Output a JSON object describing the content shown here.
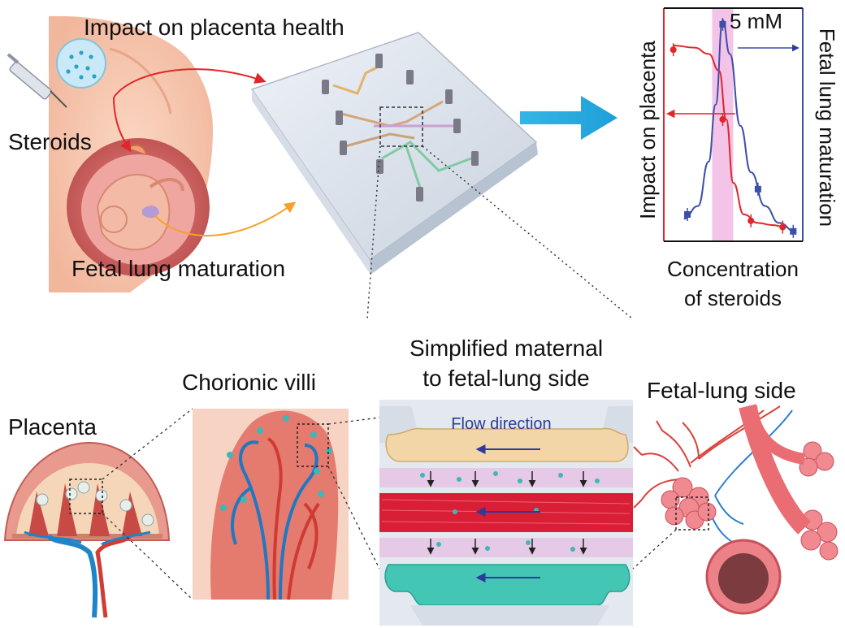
{
  "labels": {
    "impact_title": "Impact on placenta health",
    "steroids": "Steroids",
    "fetal_lung_maturation": "Fetal lung maturation",
    "simplified_line1": "Simplified maternal",
    "simplified_line2": "to fetal-lung side",
    "chorionic_villi": "Chorionic villi",
    "placenta": "Placenta",
    "fetal_lung_side": "Fetal-lung side",
    "flow_direction": "Flow direction"
  },
  "chart": {
    "concentration_marker": "5 mM",
    "y_left_label": "Impact on placenta",
    "y_right_label": "Fetal lung maturation",
    "x_label_line1": "Concentration",
    "x_label_line2": "of steroids"
  },
  "chart_data": {
    "type": "line",
    "series": [
      {
        "color": "#3b4fa8",
        "x": [
          1,
          2,
          3,
          4
        ],
        "y": [
          0.1,
          1.0,
          0.22,
          0.02
        ],
        "curve_x": [
          0.9,
          1.3,
          1.6,
          1.8,
          2.0,
          2.2,
          2.5,
          2.8,
          3.2,
          3.6,
          4.05
        ],
        "curve_y": [
          0.08,
          0.14,
          0.35,
          0.62,
          1.02,
          0.86,
          0.52,
          0.3,
          0.14,
          0.06,
          0.02
        ]
      },
      {
        "color": "#e0262a",
        "x": [
          0.6,
          2.0,
          2.8,
          3.7
        ],
        "y": [
          0.88,
          0.55,
          0.07,
          0.04
        ],
        "curve_x": [
          0.6,
          1.2,
          1.6,
          1.9,
          2.1,
          2.3,
          2.6,
          3.0,
          3.4,
          3.8
        ],
        "curve_y": [
          0.9,
          0.89,
          0.86,
          0.78,
          0.55,
          0.25,
          0.1,
          0.06,
          0.05,
          0.04
        ]
      }
    ],
    "highlight_x": [
      1.7,
      2.3
    ]
  }
}
